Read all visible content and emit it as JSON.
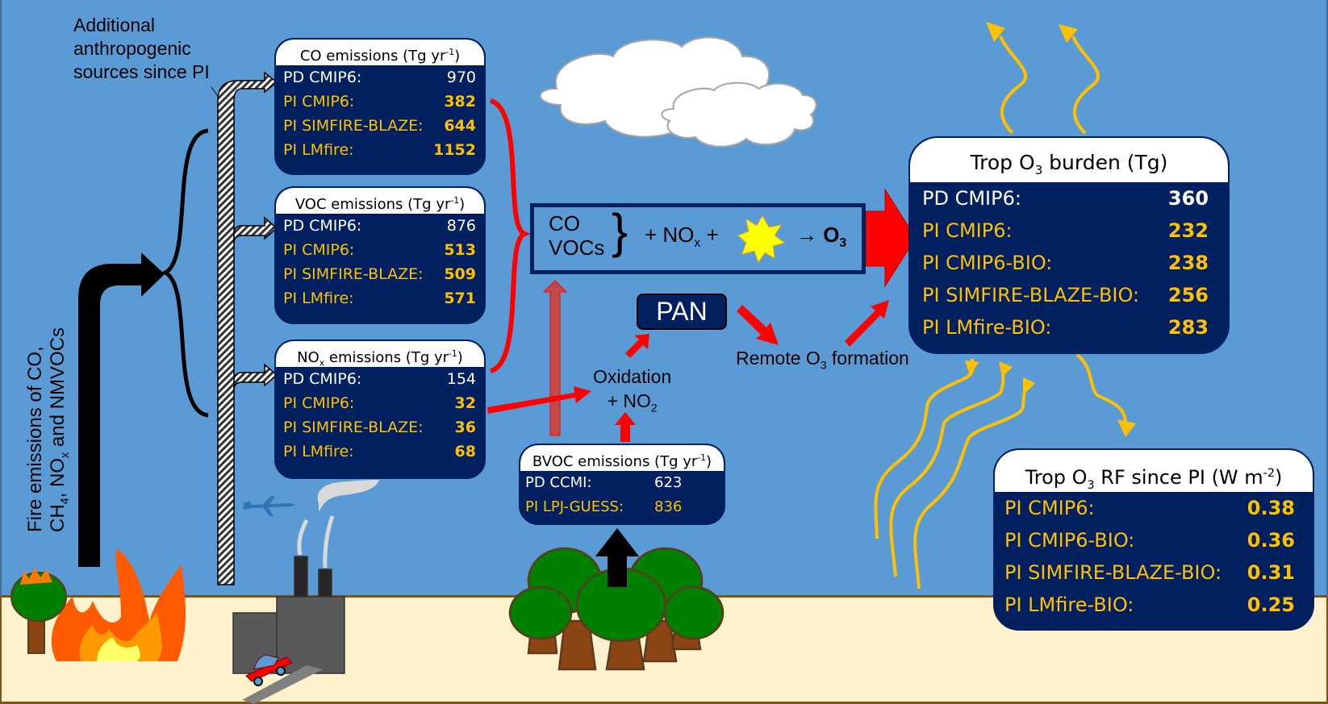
{
  "labels": {
    "fire_emissions_line1": "Fire emissions of CO,",
    "fire_emissions_line2_pre": "CH",
    "fire_emissions_line2_sub1": "4",
    "fire_emissions_line2_mid": ", NO",
    "fire_emissions_line2_sub2": "x",
    "fire_emissions_line2_post": " and NMVOCs",
    "anthropogenic_line1": "Additional",
    "anthropogenic_line2": "anthropogenic",
    "anthropogenic_line3": "sources since PI",
    "oxidation_line1": "Oxidation",
    "oxidation_line2_pre": "+ NO",
    "oxidation_line2_sub": "2",
    "remote_pre": "Remote O",
    "remote_sub": "3",
    "remote_post": " formation",
    "pan": "PAN"
  },
  "reaction": {
    "reactant1": "CO",
    "reactant2": "VOCs",
    "brace": "}",
    "plus_nox_pre": "+ NO",
    "plus_nox_sub": "x",
    "plus_nox_post": " +",
    "arrow": "→",
    "product": "O",
    "product_sub": "3"
  },
  "emission_boxes": {
    "co": {
      "title_pre": "CO emissions (Tg yr",
      "title_sup": "-1",
      "title_post": ")",
      "rows": [
        {
          "label": "PD CMIP6:",
          "value": "970"
        },
        {
          "label": "PI CMIP6:",
          "value": "382"
        },
        {
          "label": "PI SIMFIRE-BLAZE:",
          "value": "644"
        },
        {
          "label": "PI LMfire:",
          "value": "1152"
        }
      ]
    },
    "voc": {
      "title_pre": "VOC emissions (Tg yr",
      "title_sup": "-1",
      "title_post": ")",
      "rows": [
        {
          "label": "PD CMIP6:",
          "value": "876"
        },
        {
          "label": "PI CMIP6:",
          "value": "513"
        },
        {
          "label": "PI SIMFIRE-BLAZE:",
          "value": "509"
        },
        {
          "label": "PI LMfire:",
          "value": "571"
        }
      ]
    },
    "nox": {
      "title_pre": "NO",
      "title_sub": "x",
      "title_mid": " emissions (Tg yr",
      "title_sup": "-1",
      "title_post": ")",
      "rows": [
        {
          "label": "PD CMIP6:",
          "value": "154"
        },
        {
          "label": "PI CMIP6:",
          "value": "32"
        },
        {
          "label": "PI SIMFIRE-BLAZE:",
          "value": "36"
        },
        {
          "label": "PI LMfire:",
          "value": "68"
        }
      ]
    },
    "bvoc": {
      "title_pre": "BVOC emissions (Tg yr",
      "title_sup": "-1",
      "title_post": ")",
      "rows": [
        {
          "label": "PD CCMI:",
          "value": "623"
        },
        {
          "label": "PI LPJ-GUESS:",
          "value": "836"
        }
      ]
    }
  },
  "burden": {
    "title_pre": "Trop O",
    "title_sub": "3",
    "title_post": " burden (Tg)",
    "rows": [
      {
        "label": "PD CMIP6:",
        "value": "360"
      },
      {
        "label": "PI CMIP6:",
        "value": "232"
      },
      {
        "label": "PI CMIP6-BIO:",
        "value": "238"
      },
      {
        "label": "PI SIMFIRE-BLAZE-BIO:",
        "value": "256"
      },
      {
        "label": "PI LMfire-BIO:",
        "value": "283"
      }
    ]
  },
  "rf": {
    "title_pre": "Trop O",
    "title_sub": "3",
    "title_mid": " RF since PI (W m",
    "title_sup": "-2",
    "title_post": ")",
    "rows": [
      {
        "label": "PI CMIP6:",
        "value": "0.38"
      },
      {
        "label": "PI CMIP6-BIO:",
        "value": "0.36"
      },
      {
        "label": "PI SIMFIRE-BLAZE-BIO:",
        "value": "0.31"
      },
      {
        "label": "PI LMfire-BIO:",
        "value": "0.25"
      }
    ]
  },
  "colors": {
    "sky": "#5b9bd5",
    "ground": "#fff2cc",
    "box_fill": "#002060",
    "pd_text": "#ffffff",
    "pi_text": "#ffc000",
    "arrow_red": "#ff0000",
    "wave_yellow": "#ffc000"
  }
}
